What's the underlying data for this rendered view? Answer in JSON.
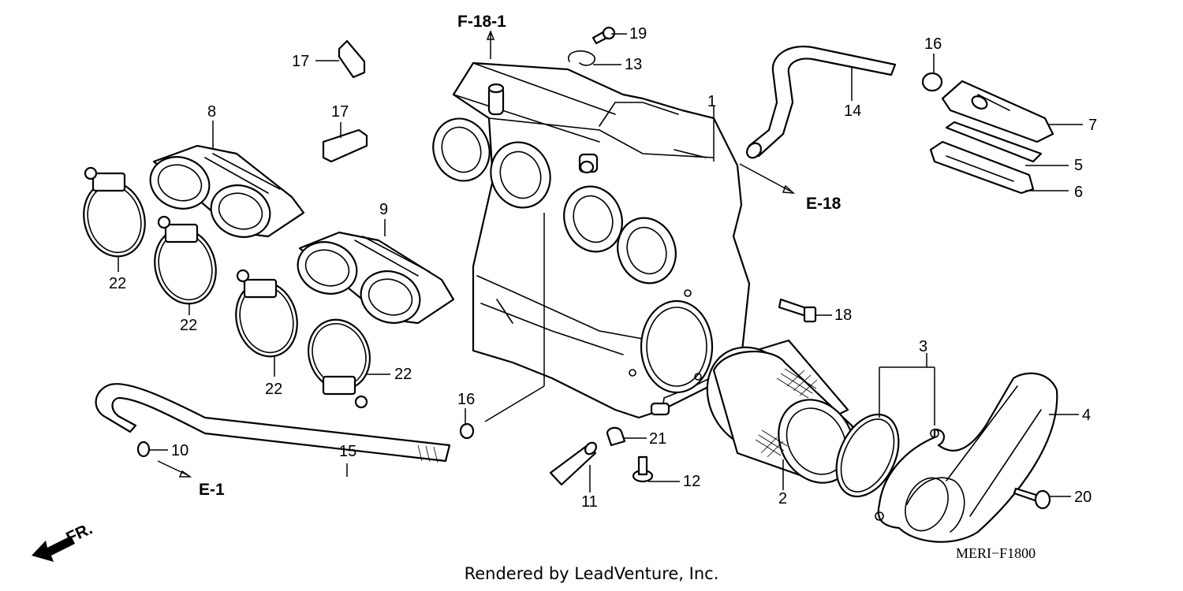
{
  "diagram": {
    "reference_labels": {
      "f18_1": "F-18-1",
      "e18": "E-18",
      "e1": "E-1",
      "front": "FR."
    },
    "callouts": {
      "c1": "1",
      "c2": "2",
      "c3": "3",
      "c4": "4",
      "c5": "5",
      "c6": "6",
      "c7": "7",
      "c8": "8",
      "c9": "9",
      "c10": "10",
      "c11": "11",
      "c12": "12",
      "c13": "13",
      "c14": "14",
      "c15": "15",
      "c16a": "16",
      "c16b": "16",
      "c17a": "17",
      "c17b": "17",
      "c18": "18",
      "c19": "19",
      "c20": "20",
      "c21": "21",
      "c22a": "22",
      "c22b": "22",
      "c22c": "22",
      "c22d": "22"
    },
    "diagram_code": "MERI−F1800",
    "credit": "Rendered by LeadVenture, Inc."
  }
}
